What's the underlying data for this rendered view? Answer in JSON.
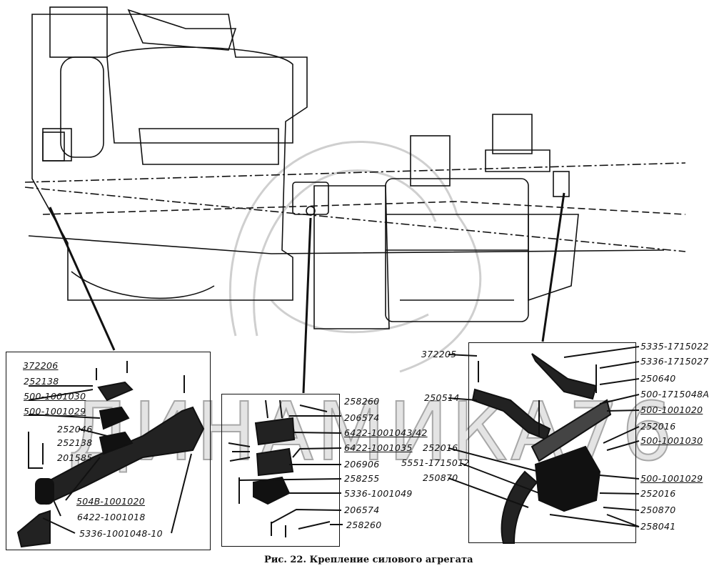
{
  "caption": "Рис. 22. Крепление силового агрегата",
  "watermark": "ДИНАМИКА76",
  "left_panel": {
    "labels": [
      "372206",
      "252138",
      "500-1001030",
      "500-1001029",
      "252046",
      "252138",
      "201585",
      "504B-1001020",
      "6422-1001018",
      "5336-1001048-10"
    ]
  },
  "middle_panel": {
    "labels": [
      "258260",
      "206574",
      "6422-1001043/42",
      "6422-1001035",
      "206906",
      "258255",
      "5336-1001049",
      "206574",
      "258260"
    ]
  },
  "right_panel": {
    "left_labels": [
      "372205",
      "250514",
      "252016",
      "5551-1715012",
      "250870"
    ],
    "right_labels": [
      "5335-1715022",
      "5336-1715027",
      "250640",
      "500-1715048A",
      "500-1001020",
      "252016",
      "500-1001030",
      "500-1001029",
      "252016",
      "250870",
      "258041"
    ]
  }
}
